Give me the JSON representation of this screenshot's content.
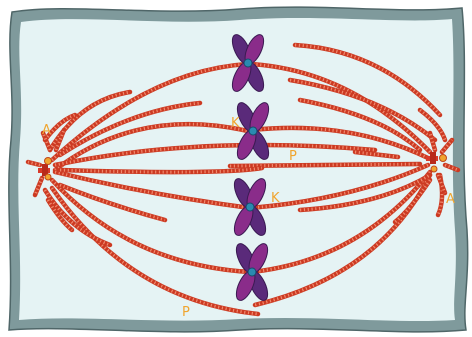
{
  "labels": {
    "aster_left": "A",
    "aster_right": "A",
    "kinetochore_upper": "K",
    "kinetochore_middle": "K",
    "polar_upper": "P",
    "polar_lower": "P"
  },
  "colors": {
    "cell_outline": "#7f9a9c",
    "cytoplasm": "#e5f3f4",
    "microtubule": "#cc3a22",
    "microtubule_stripe": "#f08a6e",
    "chromatid_dark": "#5a2a7a",
    "chromatid_light": "#8a2c8a",
    "kinetochore": "#2a8ab0",
    "centrosome": "#d83a2a",
    "label": "#f0a52f"
  },
  "icons": {
    "chromosome": "chromosome-icon",
    "centrosome": "centrosome-icon"
  }
}
